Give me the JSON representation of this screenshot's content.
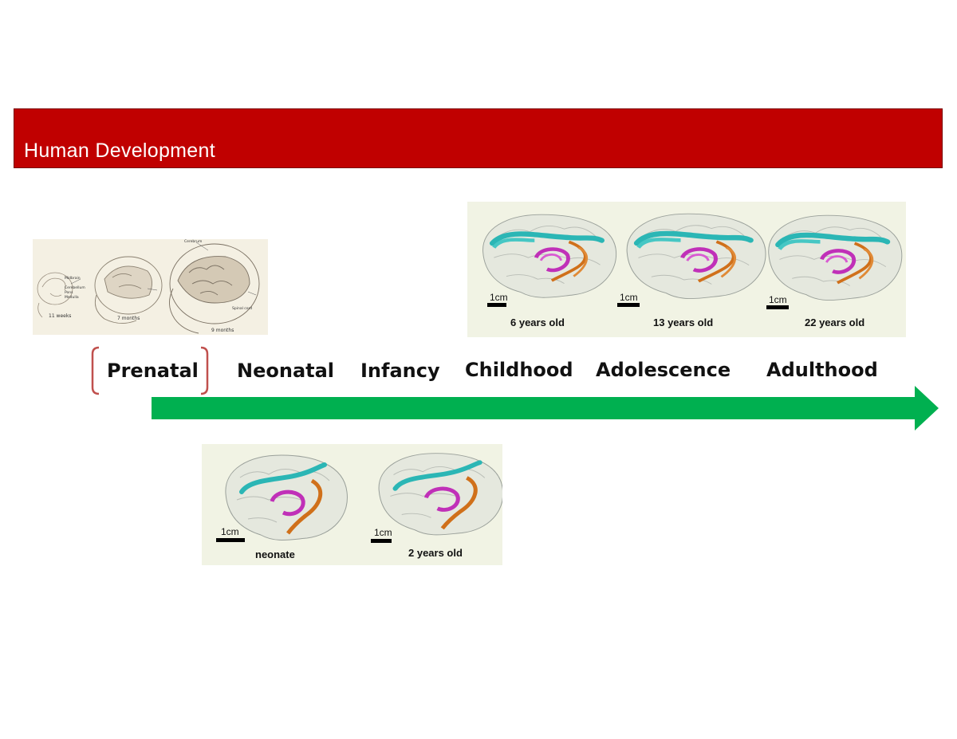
{
  "header": {
    "title": "Human Development",
    "color": "#c00000"
  },
  "timeline": {
    "stages": [
      "Prenatal",
      "Neonatal",
      "Infancy",
      "Childhood",
      "Adolescence",
      "Adulthood"
    ],
    "highlighted": "Prenatal",
    "bracket_color": "#c0504d",
    "arrow_color": "#00b050"
  },
  "fetal_panel": {
    "labels": [
      "11 weeks",
      "7 months",
      "9 months"
    ],
    "annotations": [
      "Cerebrum",
      "Midbrain",
      "Cerebellum",
      "Pons",
      "Medulla",
      "Spinal cord"
    ]
  },
  "top_panel": {
    "scale": "1cm",
    "captions": [
      "6 years old",
      "13 years old",
      "22 years old"
    ]
  },
  "bottom_panel": {
    "scale": "1cm",
    "captions": [
      "neonate",
      "2 years old"
    ]
  },
  "tract_colors": {
    "cyan": "#2bb6b5",
    "magenta": "#c030b8",
    "orange": "#d0701a"
  }
}
